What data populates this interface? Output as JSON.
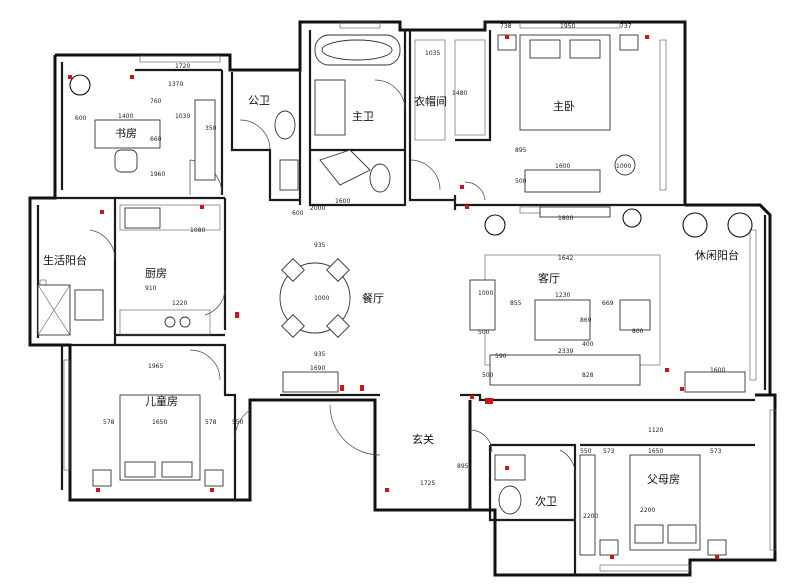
{
  "rooms": {
    "study": "书房",
    "public_bath": "公卫",
    "master_bath": "主卫",
    "walk_in_closet": "衣帽间",
    "master_bedroom": "主卧",
    "utility_balcony": "生活阳台",
    "kitchen": "厨房",
    "dining": "餐厅",
    "living": "客厅",
    "leisure_balcony": "休闲阳台",
    "kids_room": "儿童房",
    "entrance": "玄关",
    "second_bath": "次卫",
    "parents_room": "父母房"
  },
  "dimensions": {
    "d_1720": "1720",
    "d_1370": "1370",
    "d_1400": "1400",
    "d_1030": "1030",
    "d_600": "600",
    "d_760": "760",
    "d_350": "350",
    "d_660": "660",
    "d_1960": "1960",
    "d_1035": "1035",
    "d_1480": "1480",
    "d_738": "738",
    "d_1950": "1950",
    "d_737": "737",
    "d_895": "895",
    "d_500a": "500",
    "d_1600a": "1600",
    "d_1600b": "1600",
    "d_1080": "1080",
    "d_910": "910",
    "d_1220": "1220",
    "d_935a": "935",
    "d_1000a": "1000",
    "d_935b": "935",
    "d_1642": "1642",
    "d_1800": "1800",
    "d_1000b": "1000",
    "d_855": "855",
    "d_1230": "1230",
    "d_669": "669",
    "d_869": "869",
    "d_500b": "500",
    "d_800": "800",
    "d_400": "400",
    "d_590": "590",
    "d_2339": "2339",
    "d_828": "828",
    "d_500c": "500",
    "d_1600c": "1600",
    "d_1965": "1965",
    "d_578a": "578",
    "d_1650a": "1650",
    "d_578b": "578",
    "d_550a": "550",
    "d_1690": "1690",
    "d_1725": "1725",
    "d_895b": "895",
    "d_1120": "1120",
    "d_550b": "550",
    "d_573a": "573",
    "d_1650b": "1650",
    "d_573b": "573",
    "d_2200a": "2200",
    "d_2200b": "2200",
    "d_2000": "2000",
    "d_600b": "600",
    "d_1000c": "1000"
  },
  "colors": {
    "wall": "#1a1a1a",
    "marker": "#d0121b",
    "background": "#ffffff"
  }
}
